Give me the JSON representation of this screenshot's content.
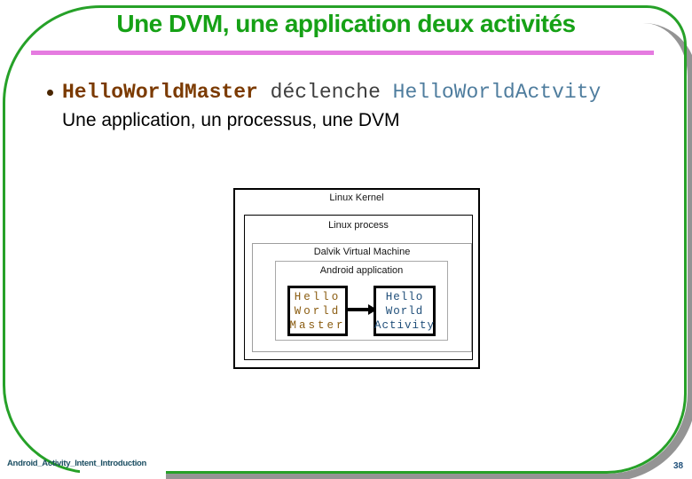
{
  "slide": {
    "title": "Une DVM, une application deux activités",
    "footer": "Android_Activity_Intent_Introduction",
    "page_number": "38"
  },
  "bullet": {
    "marker_icon": "bullet-dot",
    "segments": [
      {
        "text": "HelloWorldMaster",
        "color": "#7b3a00"
      },
      {
        "text": " déclenche ",
        "color": "#3f3f3f"
      },
      {
        "text": "HelloWorldActvity",
        "color": "#4f7d9e"
      }
    ],
    "line2": "Une application, un processus, une DVM"
  },
  "diagram": {
    "kernel_label": "Linux Kernel",
    "process_label": "Linux process",
    "dvm_label": "Dalvik Virtual Machine",
    "app_label": "Android application",
    "master_box": [
      "Hello",
      "World",
      "Master"
    ],
    "activity_box": [
      "Hello",
      "World",
      "Activity"
    ],
    "arrow_icon": "right-arrow",
    "master_text_color": "#8a5c10",
    "activity_text_color": "#1f4e79"
  },
  "colors": {
    "frame_green": "#26a128",
    "title_green": "#16a116",
    "divider_pink": "#e57be0",
    "shadow_gray": "#949494",
    "footer_blue": "#1d4f63",
    "page_number_blue": "#20507a"
  }
}
